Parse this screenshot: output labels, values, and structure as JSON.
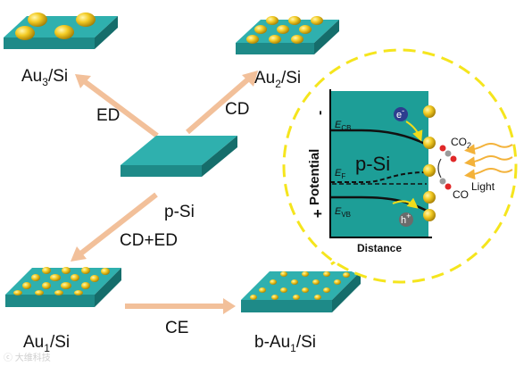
{
  "samples": {
    "au3_si": {
      "prefix": "Au",
      "sub": "3",
      "suffix": "/Si"
    },
    "au2_si": {
      "prefix": "Au",
      "sub": "2",
      "suffix": "/Si"
    },
    "p_si": "p-Si",
    "au1_si": {
      "prefix": "Au",
      "sub": "1",
      "suffix": "/Si"
    },
    "b_au1_si": {
      "prefix": "b-Au",
      "sub": "1",
      "suffix": "/Si"
    }
  },
  "arrows": {
    "ed": "ED",
    "cd": "CD",
    "cd_ed": "CD+ED",
    "ce": "CE"
  },
  "inset": {
    "ecb": {
      "main": "E",
      "sub": "CB"
    },
    "ef": {
      "main": "E",
      "sub": "F"
    },
    "evb": {
      "main": "E",
      "sub": "VB"
    },
    "region": "p-Si",
    "electron": {
      "main": "e",
      "sup": "-"
    },
    "hole": {
      "main": "h",
      "sup": "+"
    },
    "co2": {
      "main": "CO",
      "sub": "2"
    },
    "co": "CO",
    "light": "Light",
    "y_axis": "Potential",
    "y_minus": "-",
    "y_plus": "+",
    "x_axis": "Distance"
  },
  "watermark": "ⓒ 大维科技",
  "colors": {
    "substrate_top": "#2fb0ae",
    "substrate_front": "#1e8a88",
    "substrate_side": "#156d6b",
    "gold": "#f1c21b",
    "gold_dark": "#a37d05",
    "arrow": "#f2c09a",
    "dashed_circle": "#f5e51d",
    "band_bg": "#1d9e97"
  }
}
